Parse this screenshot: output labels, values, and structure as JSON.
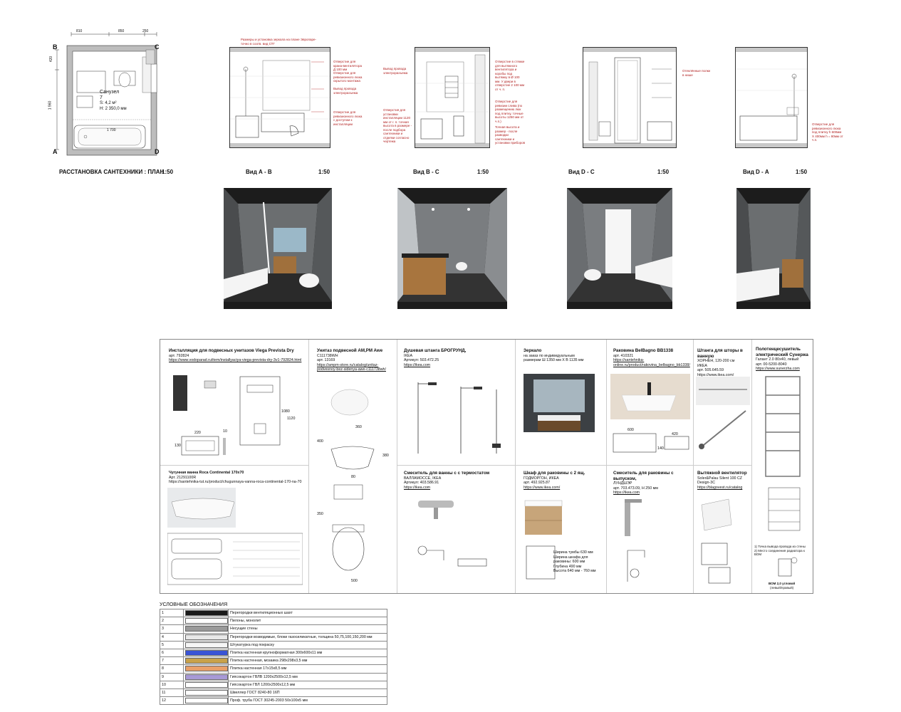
{
  "plan": {
    "title": "РАССТАНОВКА САНТЕХНИКИ : ПЛАН",
    "scale": "1:50",
    "corner_labels": [
      "B",
      "C",
      "A",
      "D"
    ],
    "dims_top": [
      "810",
      "850",
      "250"
    ],
    "dims_left": [
      "420",
      "1 960"
    ],
    "room_name": "Санузел",
    "room_number": "7",
    "room_area": "S:   4,2 м²",
    "room_height": "H:  2 350,0 мм",
    "bath_dim": "1 700"
  },
  "views": [
    {
      "title": "Вид А - В",
      "scale": "1:50"
    },
    {
      "title": "Вид В - С",
      "scale": "1:50"
    },
    {
      "title": "Вид D - C",
      "scale": "1:50"
    },
    {
      "title": "Вид D - А",
      "scale": "1:50"
    }
  ],
  "view_notes": {
    "ab_top": "Размеры и установка зеркала на плане Эвропаре- точно в соотв. вид СТГ",
    "ab_right": [
      "Отверстие для крана-вентилятора Д 100 мм",
      "Отверстие для ревизионного люка скрытого монтажа",
      "Вывод провода электроразъема",
      "Отверстие для ревизионного люка с доступом к инсталляции"
    ],
    "bc_left": [
      "Вывод провода электроразъема",
      "Отверстия для установки инсталляции 1120 мм от г. п. точная высота в размере - после подбора сантехники и отделки согласно чертежа"
    ],
    "bc_right": [
      "Отверстие в стяжке для вытяжного вентилятора и коробы под вытяжку в Ø 100 мм. У двери в отверстие 2 100 мм от ч. п.",
      "Отверстие для ревизии слива (по размещению люк под плитку, точные высоты 1250 мм от ч.п.)",
      "Точная высота и размер - после разводки сантехники и установки приборов"
    ],
    "dc_right": "Отеклённые полки в нише",
    "da_right": "Отверстие для ревизионного люка под плитку h 600мм Х 400мм h = 80мм от ч.п."
  },
  "catalog": {
    "installation": {
      "title": "Инсталляция для подвесных унитазов Viega Prevista Dry",
      "art": "арт. 792824",
      "link": "https://www.vodoparad.ru/item/installyaciya-viega-prevista-dry-3v1-792824.html",
      "d220": "220",
      "d130": "130",
      "d10": "10",
      "d1080": "1080",
      "d1120": "1120"
    },
    "toilet": {
      "title": "Унитаз подвесной AM,PM Awe",
      "code": "C111738WH",
      "art": "арт. 13169",
      "link": "https://ampm-store.ru/catalog/unitaz-podvesnoy-bez-sidenya-awe-c111738wh/",
      "d400": "400",
      "d360": "360",
      "d80": "80",
      "d380": "380",
      "d350": "350",
      "d500": "500"
    },
    "shower": {
      "title": "Душевая штанга БРОГРУНД,",
      "brand": "IKEA",
      "art": "Артикул: 503.472.25",
      "link": "https://ikea.com"
    },
    "mirror": {
      "title": "Зеркало",
      "line1": "на заказ по индивидуальным",
      "line2": "размерам Ш 1350 мм Х В 1135 мм"
    },
    "sink": {
      "title": "Раковина BelBagno BB1338",
      "art": "арт. 410321",
      "link": "https://santehnika-online.ru/product/rakovina_belbagno_bb1338/",
      "d600": "600",
      "d420": "420",
      "d140": "140"
    },
    "curtain_rod": {
      "title": "Штанга для шторы в ванную",
      "name": "ХОРНЕН, 120-200 см",
      "brand": "ИКЕА",
      "art": "арт. 505.645.59",
      "link": "https://www.ikea.com/"
    },
    "towel_dryer": {
      "title": "Полотенцесушитель электрический Сунержа",
      "model": "Галант 2.0 80х40, левый",
      "art": "арт. 00-5200-8040",
      "link": "https://www.sunerzha.com",
      "note1": "1) Точка вывода провода из стены",
      "note2": "2) Место соединения радиатора к ВОМ",
      "vom": "ВОМ 2,0 угловой",
      "vom2": "(левый/правый)"
    },
    "bath": {
      "title": "Чугунная ванна Roca Continental 170x70",
      "art": "Арт. 21291100R",
      "link": "https://santehnika-tut.ru/product/chugunnaya-vanna-roca-continental-170-na-70"
    },
    "bath_mixer": {
      "title": "Смеситель для ванны с с термостатом",
      "name": "ВАЛЛАМОССЕ, IKEA",
      "art": "Артикул: 403.586.91",
      "link": "https://ikea.com"
    },
    "cabinet": {
      "title": "Шкаф для раковины с 2 ящ.",
      "name": "ГОДМОРГОН, ИКЕА",
      "art": "арт. 492.925.87",
      "link": "https://www.ikea.com/",
      "w": "Ширина тумбы 630 мм",
      "w2": "Ширина шкафа для раковины: 600 мм",
      "d": "Глубина 490 мм",
      "h": "Высота  640 мм - 760 мм"
    },
    "sink_mixer": {
      "title": "Смеситель для раковины с выпуском,",
      "name": "ЛУНДШЭР",
      "art": "арт. 703.473.09, H 250 мм",
      "link": "https://ikea.com"
    },
    "fan": {
      "title": "Вытяжной вентилятор",
      "name": "Soler&Palau Silent 100 CZ",
      "model": "Design-3C",
      "link": "https://blagovest.ru/catalog"
    }
  },
  "legend": {
    "title": "УСЛОВНЫЕ ОБОЗНАЧЕНИЯ",
    "rows": [
      {
        "n": "1",
        "text": "Перегородки вентиляционных шахт",
        "color": "#1a1a1a"
      },
      {
        "n": "2",
        "text": "Пилоны, монолит",
        "color": "#ffffff"
      },
      {
        "n": "3",
        "text": "Несущие стены",
        "color": "#9a9a9a"
      },
      {
        "n": "4",
        "text": "Перегородки возводимые, блоки газосиликатные, толщина 50,75,100,150,200 мм",
        "color": "#e8e8e8"
      },
      {
        "n": "5",
        "text": "Штукатурка под покраску",
        "color": "#f6f6f6"
      },
      {
        "n": "6",
        "text": "Плитка настенная крупноформатная 300х600х11 мм",
        "color": "#3a54d6"
      },
      {
        "n": "7",
        "text": "Плитка настенная, мозаика 298х298х3,5 мм",
        "color": "#c9a24a"
      },
      {
        "n": "8",
        "text": "Плитка настенная 17х15х8,5 мм",
        "color": "#e9a06a"
      },
      {
        "n": "9",
        "text": "Гипсокартон ГВЛВ 1200х2500х12,5 мм",
        "color": "#a89ad6"
      },
      {
        "n": "10",
        "text": "Гипсокартон ГВЛ 1200х2500х12,5 мм",
        "color": "#ffffff"
      },
      {
        "n": "11",
        "text": "Швеллер ГОСТ 8240-80 16П",
        "color": "#ffffff"
      },
      {
        "n": "12",
        "text": "Проф. труба ГОСТ 30245-2003 50х100х5 мм",
        "color": "#ffffff"
      }
    ]
  }
}
